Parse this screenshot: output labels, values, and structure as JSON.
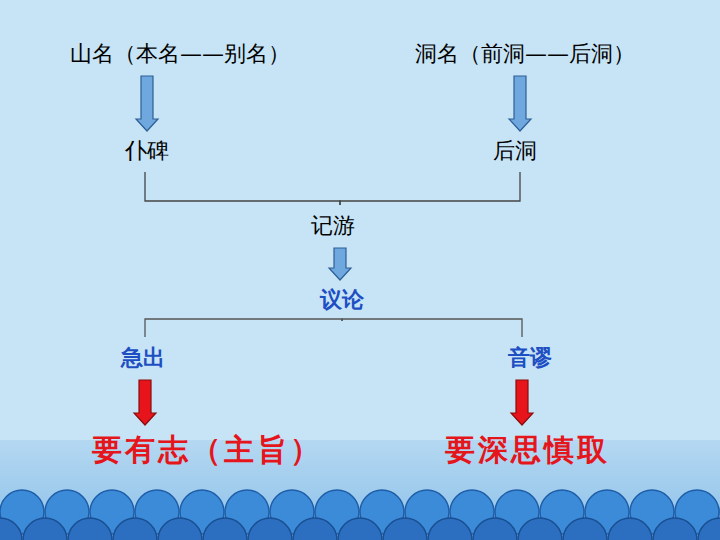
{
  "diagram": {
    "nodes": [
      {
        "text": [
          "山名（本名——别名）"
        ]
      },
      {
        "text": [
          "洞名（前洞——后洞）"
        ]
      },
      {
        "text": [
          "仆碑"
        ]
      },
      {
        "text": [
          "后洞"
        ]
      },
      {
        "text": [
          "记游"
        ]
      },
      {
        "text": [
          "议论"
        ]
      },
      {
        "text": [
          "急出"
        ]
      },
      {
        "text": [
          "音谬"
        ]
      },
      {
        "text": [
          "要有志（主旨）"
        ]
      },
      {
        "text": [
          "要深思慎取"
        ]
      }
    ],
    "edges": [
      {
        "from": 0,
        "to": 2,
        "arrow": "to"
      },
      {
        "from": 1,
        "to": 3,
        "arrow": "to"
      },
      {
        "from": 2,
        "to": 4,
        "arrow": "none"
      },
      {
        "from": 3,
        "to": 4,
        "arrow": "none"
      },
      {
        "from": 4,
        "to": 5,
        "arrow": "to"
      },
      {
        "from": 5,
        "to": 6,
        "arrow": "none"
      },
      {
        "from": 5,
        "to": 7,
        "arrow": "none"
      },
      {
        "from": 6,
        "to": 8,
        "arrow": "to"
      },
      {
        "from": 7,
        "to": 9,
        "arrow": "to"
      }
    ]
  }
}
